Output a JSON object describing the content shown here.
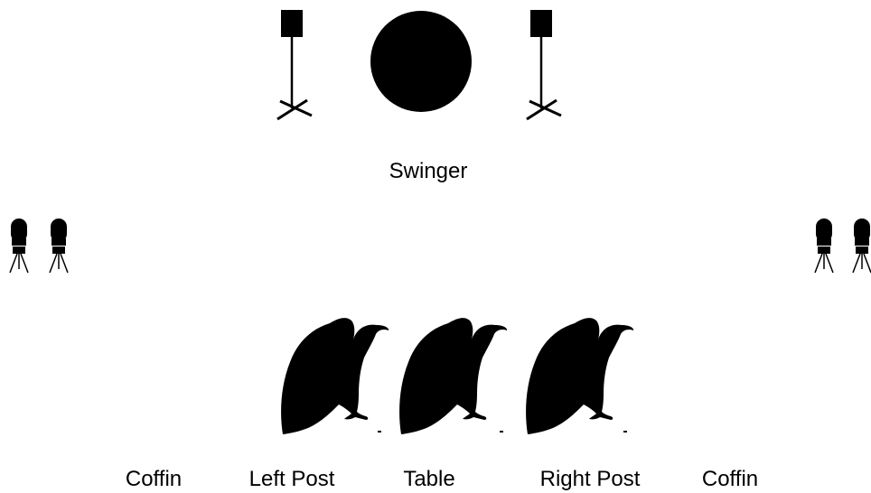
{
  "labels": {
    "center": "Swinger",
    "bottom": [
      "Coffin",
      "Left Post",
      "Table",
      "Right Post",
      "Coffin"
    ]
  },
  "colors": {
    "shape": "#000000",
    "background": "#ffffff"
  },
  "icons": {
    "speaker_stands": "speaker-on-tripod-icon",
    "center_disc": "round-disc-icon",
    "stage_lights": "tripod-light-icon",
    "birds": "vulture-silhouette-icon"
  }
}
